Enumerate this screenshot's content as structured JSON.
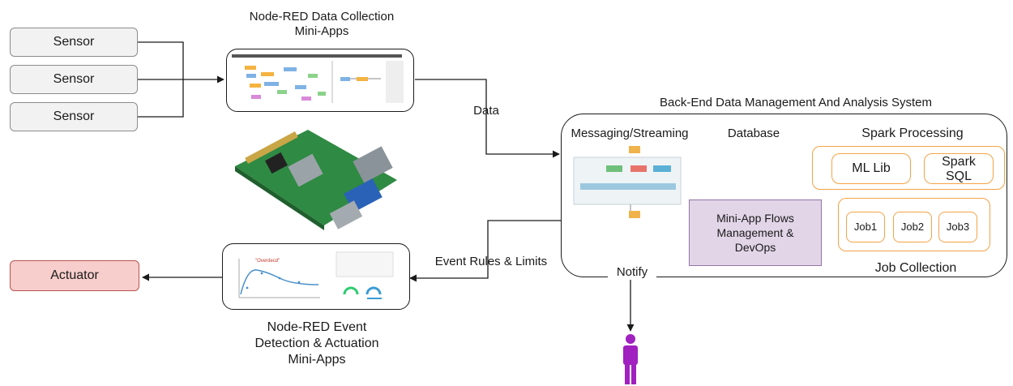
{
  "sensors": [
    "Sensor",
    "Sensor",
    "Sensor"
  ],
  "collection": {
    "title_line1": "Node-RED Data Collection",
    "title_line2": "Mini-Apps"
  },
  "labels": {
    "data": "Data",
    "event_rules": "Event Rules & Limits",
    "notify": "Notify"
  },
  "backend": {
    "title": "Back-End Data Management And Analysis System",
    "messaging": "Messaging/Streaming",
    "database": "Database",
    "spark": "Spark Processing",
    "ml_lib": "ML Lib",
    "spark_sql_line1": "Spark",
    "spark_sql_line2": "SQL",
    "flows_line1": "Mini-App Flows",
    "flows_line2": "Management &",
    "flows_line3": "DevOps",
    "jobs": [
      "Job1",
      "Job2",
      "Job3"
    ],
    "job_collection": "Job Collection"
  },
  "actuator": "Actuator",
  "detection": {
    "line1": "Node-RED Event",
    "line2": "Detection & Actuation",
    "line3": "Mini-Apps"
  },
  "colors": {
    "orange": "#f5a347",
    "purple_fill": "#e1d5e7",
    "actuator_fill": "#f8cecc",
    "db_blue": "#1f7fd0",
    "person": "#a020c0"
  }
}
